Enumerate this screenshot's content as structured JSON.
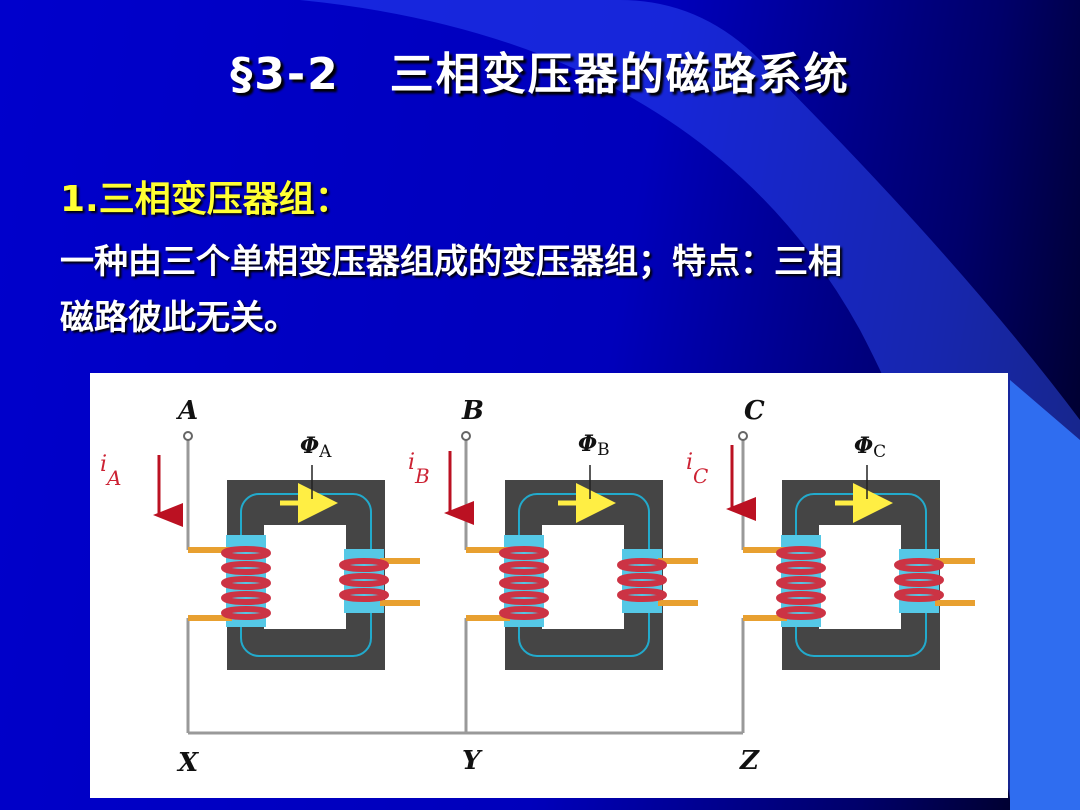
{
  "slide": {
    "title_section": "§3-2",
    "title_text": "三相变压器的磁路系统",
    "heading": "1.三相变压器组：",
    "body_line1": "一种由三个单相变压器组成的变压器组；特点：三相",
    "body_line2": "磁路彼此无关。"
  },
  "diagram": {
    "terminals_top": [
      "A",
      "B",
      "C"
    ],
    "terminals_bottom": [
      "X",
      "Y",
      "Z"
    ],
    "currents": [
      {
        "sym": "i",
        "sub": "A"
      },
      {
        "sym": "i",
        "sub": "B"
      },
      {
        "sym": "i",
        "sub": "C"
      }
    ],
    "fluxes": [
      {
        "sym": "Φ",
        "sub": "A"
      },
      {
        "sym": "Φ",
        "sub": "B"
      },
      {
        "sym": "Φ",
        "sub": "C"
      }
    ]
  },
  "colors": {
    "title": "#ffffff",
    "heading": "#ffff33",
    "core": "#454545",
    "coil": "#cc3344",
    "coil_insulator": "#55c8e6",
    "flux_arrow": "#ffee44",
    "current_arrow": "#bb1122"
  }
}
